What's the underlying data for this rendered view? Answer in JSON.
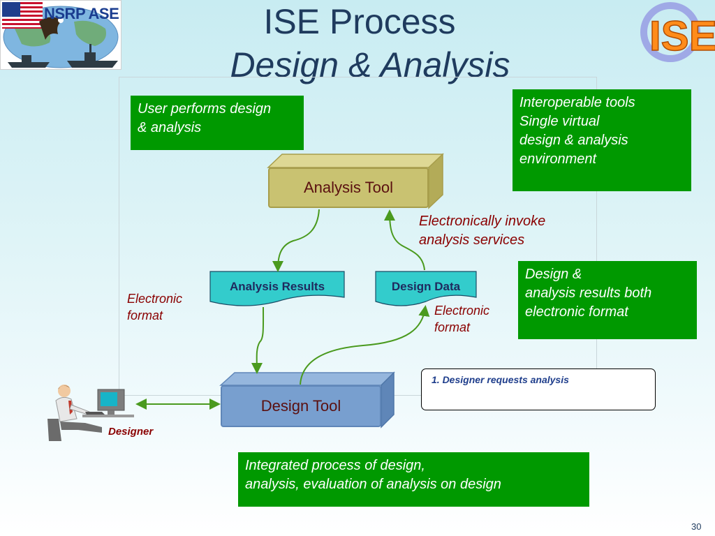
{
  "title": {
    "line1": "ISE Process",
    "line2": "Design & Analysis"
  },
  "logos": {
    "left_text": "NSRP ASE",
    "right_text": "ISE"
  },
  "callouts": {
    "user_performs": [
      "User performs  design",
      "& analysis"
    ],
    "interoperable": [
      "Interoperable tools",
      "Single virtual",
      "design & analysis",
      "environment"
    ],
    "results_electronic": [
      "Design &",
      "analysis results both",
      "electronic format"
    ],
    "integrated": [
      "Integrated process of design,",
      "analysis, evaluation of analysis on design"
    ]
  },
  "diagram": {
    "analysis_tool": "Analysis Tool",
    "design_tool": "Design Tool",
    "analysis_results": "Analysis Results",
    "design_data": "Design Data",
    "invoke_services": [
      "Electronically invoke",
      "analysis services"
    ],
    "electronic_format_left": [
      "Electronic",
      "format"
    ],
    "electronic_format_right": [
      "Electronic",
      "format"
    ],
    "designer_label": "Designer"
  },
  "step": {
    "text": "1. Designer requests analysis"
  },
  "page_number": "30",
  "colors": {
    "callout_green": "#009900",
    "title_navy": "#1f3b5e",
    "analysis_tool_fill": "#c9c271",
    "design_tool_fill": "#789fcf",
    "document_fill": "#33cccc",
    "arrow_green": "#4a9a1e",
    "label_red": "#8a0000"
  }
}
